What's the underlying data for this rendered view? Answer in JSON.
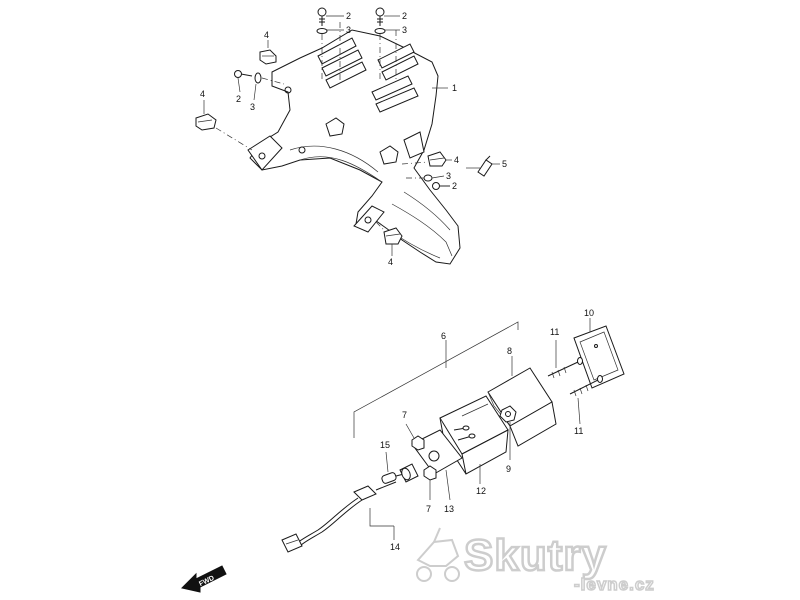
{
  "callouts": {
    "c1": "1",
    "c2a": "2",
    "c2b": "2",
    "c2c": "2",
    "c2d": "2",
    "c3a": "3",
    "c3b": "3",
    "c3c": "3",
    "c3d": "3",
    "c4a": "4",
    "c4b": "4",
    "c4c": "4",
    "c4d": "4",
    "c5": "5",
    "c6": "6",
    "c7a": "7",
    "c7b": "7",
    "c8": "8",
    "c9": "9",
    "c10": "10",
    "c11a": "11",
    "c11b": "11",
    "c12": "12",
    "c13": "13",
    "c14": "14",
    "c15": "15"
  },
  "fwd_label": "FWD",
  "watermark": {
    "brand": "Skutry",
    "domain": "-levne.cz"
  },
  "colors": {
    "line": "#1a1a1a",
    "watermark": "#c8c8c8"
  }
}
